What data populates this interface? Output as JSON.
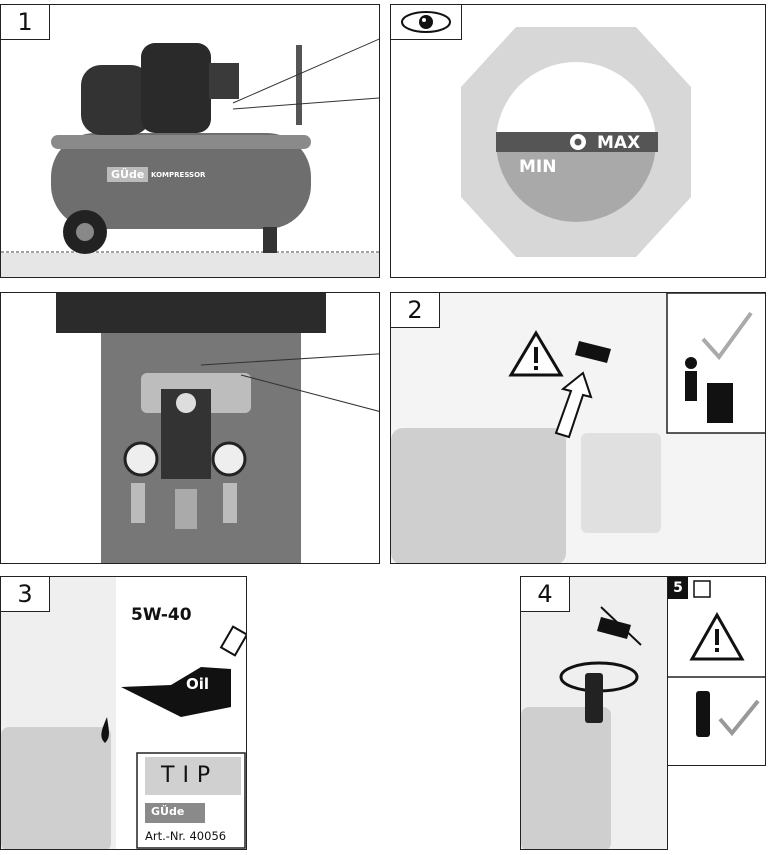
{
  "panels": {
    "p1": {
      "number": "1",
      "badge_text": "GÜde",
      "badge_sub": "KOMPRESSOR"
    },
    "eye": {
      "gauge_max": "MAX",
      "gauge_min": "MIN"
    },
    "p2": {
      "number": "2"
    },
    "p3": {
      "number": "3",
      "oil_grade": "5W-40",
      "oil_label": "Oil",
      "tip_title": "TIP",
      "tip_brand": "GÜde",
      "tip_article": "Art.-Nr. 40056"
    },
    "p4": {
      "number": "4"
    },
    "p5": {
      "number": "5"
    }
  },
  "icons": [
    "eye-icon",
    "warning-triangle-icon",
    "dispose-trash-icon",
    "check-mark-icon",
    "oil-can-icon",
    "oil-drop-icon",
    "rotate-arrow-icon",
    "crossed-plug-icon",
    "breather-plug-icon",
    "manual-book-icon"
  ],
  "colors": {
    "tank": "#6e6e6e",
    "gauge_fill": "#a9a9a9",
    "gauge_band": "#555555",
    "octagon": "#d7d7d7",
    "brand_red": "#8a8a8a"
  }
}
